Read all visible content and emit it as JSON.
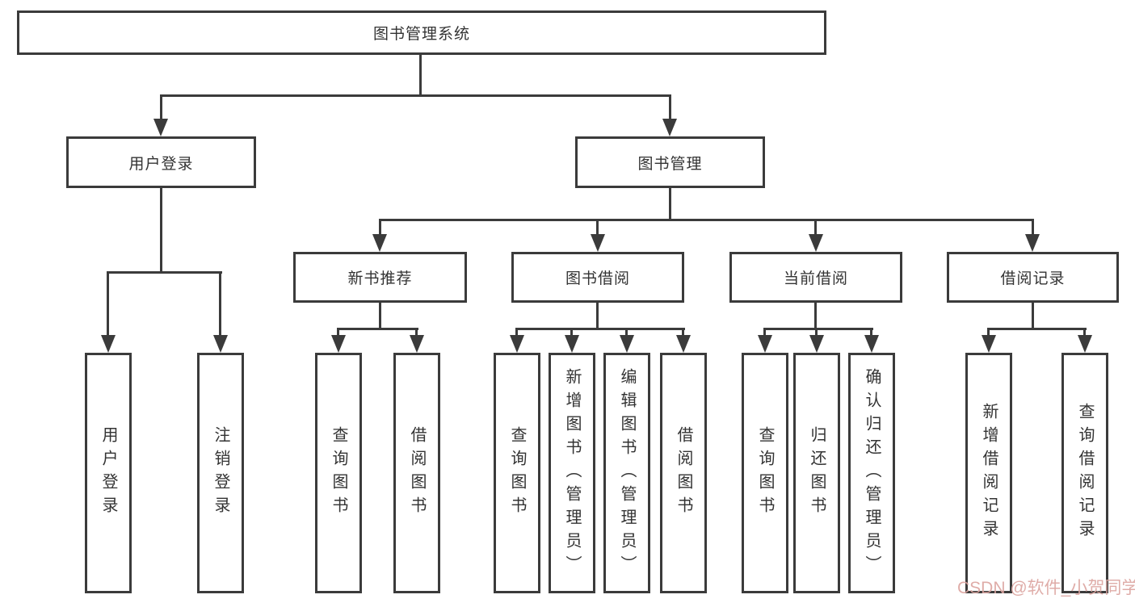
{
  "tree": {
    "label": "图书管理系统",
    "children": [
      {
        "label": "用户登录",
        "children": [
          {
            "label": "用户登录"
          },
          {
            "label": "注销登录"
          }
        ]
      },
      {
        "label": "图书管理",
        "children": [
          {
            "label": "新书推荐",
            "children": [
              {
                "label": "查询图书"
              },
              {
                "label": "借阅图书"
              }
            ]
          },
          {
            "label": "图书借阅",
            "children": [
              {
                "label": "查询图书"
              },
              {
                "label": "新增图书（管理员）"
              },
              {
                "label": "编辑图书（管理员）"
              },
              {
                "label": "借阅图书"
              }
            ]
          },
          {
            "label": "当前借阅",
            "children": [
              {
                "label": "查询图书"
              },
              {
                "label": "归还图书"
              },
              {
                "label": "确认归还（管理员）"
              }
            ]
          },
          {
            "label": "借阅记录",
            "children": [
              {
                "label": "新增借阅记录"
              },
              {
                "label": "查询借阅记录"
              }
            ]
          }
        ]
      }
    ]
  },
  "watermark": {
    "text": "CSDN @软件_小贺同学"
  },
  "colors": {
    "line": "#3b3b3b",
    "text": "#333333",
    "watermark": "#dca49f",
    "background": "#ffffff"
  }
}
